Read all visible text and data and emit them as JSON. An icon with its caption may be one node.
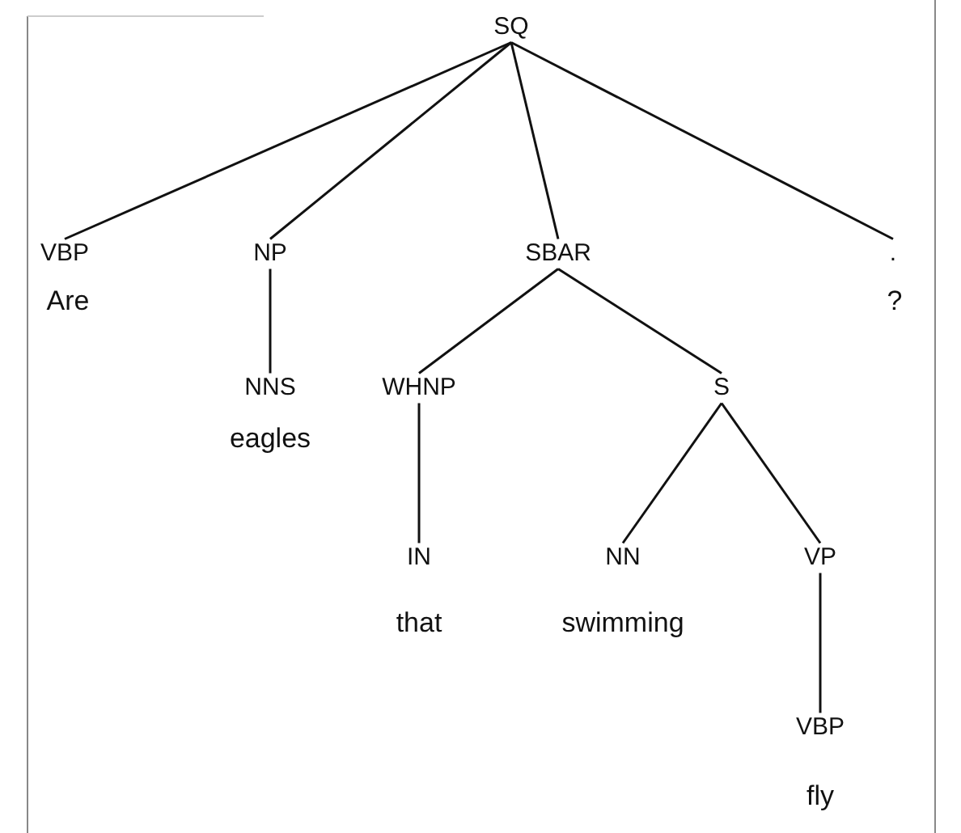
{
  "diagram": {
    "nodes": [
      {
        "text": [
          "SQ"
        ]
      },
      {
        "text": [
          "VBP"
        ],
        "beside": [
          "Are"
        ]
      },
      {
        "text": [
          "NP"
        ]
      },
      {
        "text": [
          "NNS"
        ],
        "beside": [
          "eagles"
        ]
      },
      {
        "text": [
          "SBAR"
        ]
      },
      {
        "text": [
          "WHNP"
        ]
      },
      {
        "text": [
          "IN"
        ],
        "beside": [
          "that"
        ]
      },
      {
        "text": [
          "S"
        ]
      },
      {
        "text": [
          "NN"
        ],
        "beside": [
          "swimming"
        ]
      },
      {
        "text": [
          "VP"
        ]
      },
      {
        "text": [
          "VBP"
        ],
        "beside": [
          "fly"
        ]
      },
      {
        "text": [
          "."
        ],
        "beside": [
          "?"
        ]
      }
    ],
    "edges": [
      {
        "from": 0,
        "to": 1,
        "arrow": "none"
      },
      {
        "from": 0,
        "to": 2,
        "arrow": "none"
      },
      {
        "from": 0,
        "to": 4,
        "arrow": "none"
      },
      {
        "from": 0,
        "to": 11,
        "arrow": "none"
      },
      {
        "from": 2,
        "to": 3,
        "arrow": "none"
      },
      {
        "from": 4,
        "to": 5,
        "arrow": "none"
      },
      {
        "from": 4,
        "to": 7,
        "arrow": "none"
      },
      {
        "from": 5,
        "to": 6,
        "arrow": "none"
      },
      {
        "from": 7,
        "to": 8,
        "arrow": "none"
      },
      {
        "from": 7,
        "to": 9,
        "arrow": "none"
      },
      {
        "from": 9,
        "to": 10,
        "arrow": "none"
      }
    ]
  }
}
